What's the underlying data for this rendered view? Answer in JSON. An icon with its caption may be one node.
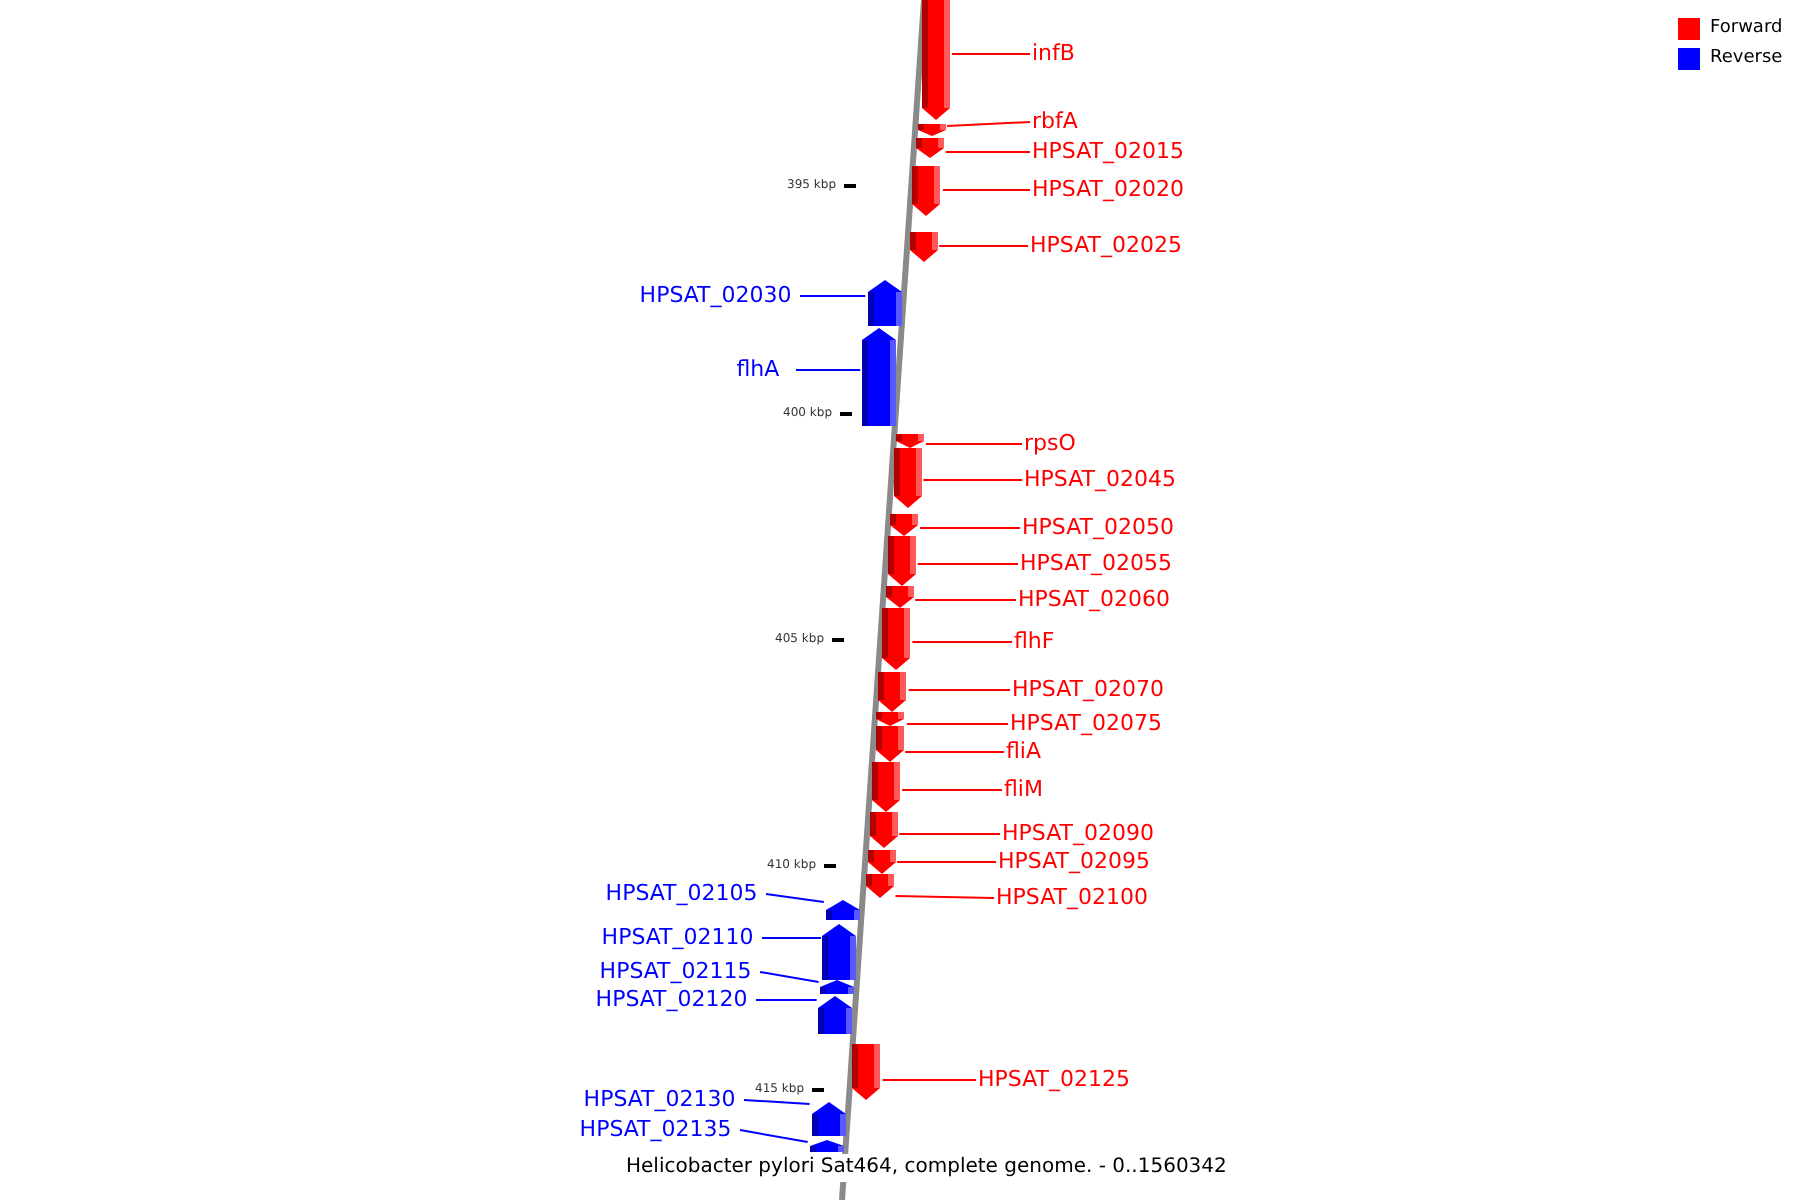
{
  "diagram": {
    "caption": "Helicobacter pylori Sat464, complete genome. - 0..1560342",
    "nodes": [
      {
        "text": [
          "infB"
        ]
      },
      {
        "text": [],
        "shape": "arrow"
      },
      {
        "text": [
          "rbfA"
        ]
      },
      {
        "text": [],
        "shape": "arrow"
      },
      {
        "text": [
          "HPSAT_02015"
        ]
      },
      {
        "text": [],
        "shape": "arrow"
      },
      {
        "text": [
          "HPSAT_02020"
        ]
      },
      {
        "text": [],
        "shape": "arrow"
      },
      {
        "text": [
          "HPSAT_02025"
        ]
      },
      {
        "text": [],
        "shape": "arrow"
      },
      {
        "text": [
          "HPSAT_02030"
        ]
      },
      {
        "text": [],
        "shape": "arrow"
      },
      {
        "text": [
          "flhA"
        ]
      },
      {
        "text": [],
        "shape": "arrow"
      },
      {
        "text": [
          "rpsO"
        ]
      },
      {
        "text": [],
        "shape": "arrow"
      },
      {
        "text": [
          "HPSAT_02045"
        ]
      },
      {
        "text": [],
        "shape": "arrow"
      },
      {
        "text": [
          "HPSAT_02050"
        ]
      },
      {
        "text": [],
        "shape": "arrow"
      },
      {
        "text": [
          "HPSAT_02055"
        ]
      },
      {
        "text": [],
        "shape": "arrow"
      },
      {
        "text": [
          "HPSAT_02060"
        ]
      },
      {
        "text": [],
        "shape": "arrow"
      },
      {
        "text": [
          "flhF"
        ]
      },
      {
        "text": [],
        "shape": "arrow"
      },
      {
        "text": [
          "HPSAT_02070"
        ]
      },
      {
        "text": [],
        "shape": "arrow"
      },
      {
        "text": [
          "HPSAT_02075"
        ]
      },
      {
        "text": [],
        "shape": "arrow"
      },
      {
        "text": [
          "fliA"
        ]
      },
      {
        "text": [],
        "shape": "arrow"
      },
      {
        "text": [
          "fliM"
        ]
      },
      {
        "text": [],
        "shape": "arrow"
      },
      {
        "text": [
          "HPSAT_02090"
        ]
      },
      {
        "text": [],
        "shape": "arrow"
      },
      {
        "text": [
          "HPSAT_02095"
        ]
      },
      {
        "text": [],
        "shape": "arrow"
      },
      {
        "text": [
          "HPSAT_02100"
        ]
      },
      {
        "text": [],
        "shape": "arrow"
      },
      {
        "text": [
          "HPSAT_02105"
        ]
      },
      {
        "text": [],
        "shape": "arrow"
      },
      {
        "text": [
          "HPSAT_02110"
        ]
      },
      {
        "text": [],
        "shape": "arrow"
      },
      {
        "text": [
          "HPSAT_02115"
        ]
      },
      {
        "text": [],
        "shape": "arrow"
      },
      {
        "text": [
          "HPSAT_02120"
        ]
      },
      {
        "text": [],
        "shape": "arrow"
      },
      {
        "text": [
          "HPSAT_02125"
        ]
      },
      {
        "text": [],
        "shape": "arrow"
      },
      {
        "text": [
          "HPSAT_02130"
        ]
      },
      {
        "text": [],
        "shape": "arrow"
      },
      {
        "text": [
          "HPSAT_02135"
        ]
      },
      {
        "text": [],
        "shape": "arrow"
      }
    ],
    "edges": [
      {
        "from": 0,
        "to": 1,
        "arrow": "none",
        "color": "#ff0000"
      },
      {
        "from": 2,
        "to": 3,
        "arrow": "none",
        "color": "#ff0000"
      },
      {
        "from": 4,
        "to": 5,
        "arrow": "none",
        "color": "#ff0000"
      },
      {
        "from": 6,
        "to": 7,
        "arrow": "none",
        "color": "#ff0000"
      },
      {
        "from": 8,
        "to": 9,
        "arrow": "none",
        "color": "#ff0000"
      },
      {
        "from": 10,
        "to": 11,
        "arrow": "none",
        "color": "#0000ff"
      },
      {
        "from": 12,
        "to": 13,
        "arrow": "none",
        "color": "#0000ff"
      },
      {
        "from": 14,
        "to": 15,
        "arrow": "none",
        "color": "#ff0000"
      },
      {
        "from": 16,
        "to": 17,
        "arrow": "none",
        "color": "#ff0000"
      },
      {
        "from": 18,
        "to": 19,
        "arrow": "none",
        "color": "#ff0000"
      },
      {
        "from": 20,
        "to": 21,
        "arrow": "none",
        "color": "#ff0000"
      },
      {
        "from": 22,
        "to": 23,
        "arrow": "none",
        "color": "#ff0000"
      },
      {
        "from": 24,
        "to": 25,
        "arrow": "none",
        "color": "#ff0000"
      },
      {
        "from": 26,
        "to": 27,
        "arrow": "none",
        "color": "#ff0000"
      },
      {
        "from": 28,
        "to": 29,
        "arrow": "none",
        "color": "#ff0000"
      },
      {
        "from": 30,
        "to": 31,
        "arrow": "none",
        "color": "#ff0000"
      },
      {
        "from": 32,
        "to": 33,
        "arrow": "none",
        "color": "#ff0000"
      },
      {
        "from": 34,
        "to": 35,
        "arrow": "none",
        "color": "#ff0000"
      },
      {
        "from": 36,
        "to": 37,
        "arrow": "none",
        "color": "#ff0000"
      },
      {
        "from": 38,
        "to": 39,
        "arrow": "none",
        "color": "#ff0000"
      },
      {
        "from": 40,
        "to": 41,
        "arrow": "none",
        "color": "#0000ff"
      },
      {
        "from": 42,
        "to": 43,
        "arrow": "none",
        "color": "#0000ff"
      },
      {
        "from": 44,
        "to": 45,
        "arrow": "none",
        "color": "#0000ff"
      },
      {
        "from": 46,
        "to": 47,
        "arrow": "none",
        "color": "#0000ff"
      },
      {
        "from": 48,
        "to": 49,
        "arrow": "none",
        "color": "#ff0000"
      },
      {
        "from": 50,
        "to": 51,
        "arrow": "none",
        "color": "#0000ff"
      },
      {
        "from": 52,
        "to": 53,
        "arrow": "none",
        "color": "#0000ff"
      }
    ],
    "labels": [
      "395 kbp",
      "400 kbp",
      "405 kbp",
      "410 kbp",
      "415 kbp"
    ],
    "legend": [
      {
        "text": "Forward",
        "color": "#ff0000"
      },
      {
        "text": "Reverse",
        "color": "#0000ff"
      }
    ]
  }
}
